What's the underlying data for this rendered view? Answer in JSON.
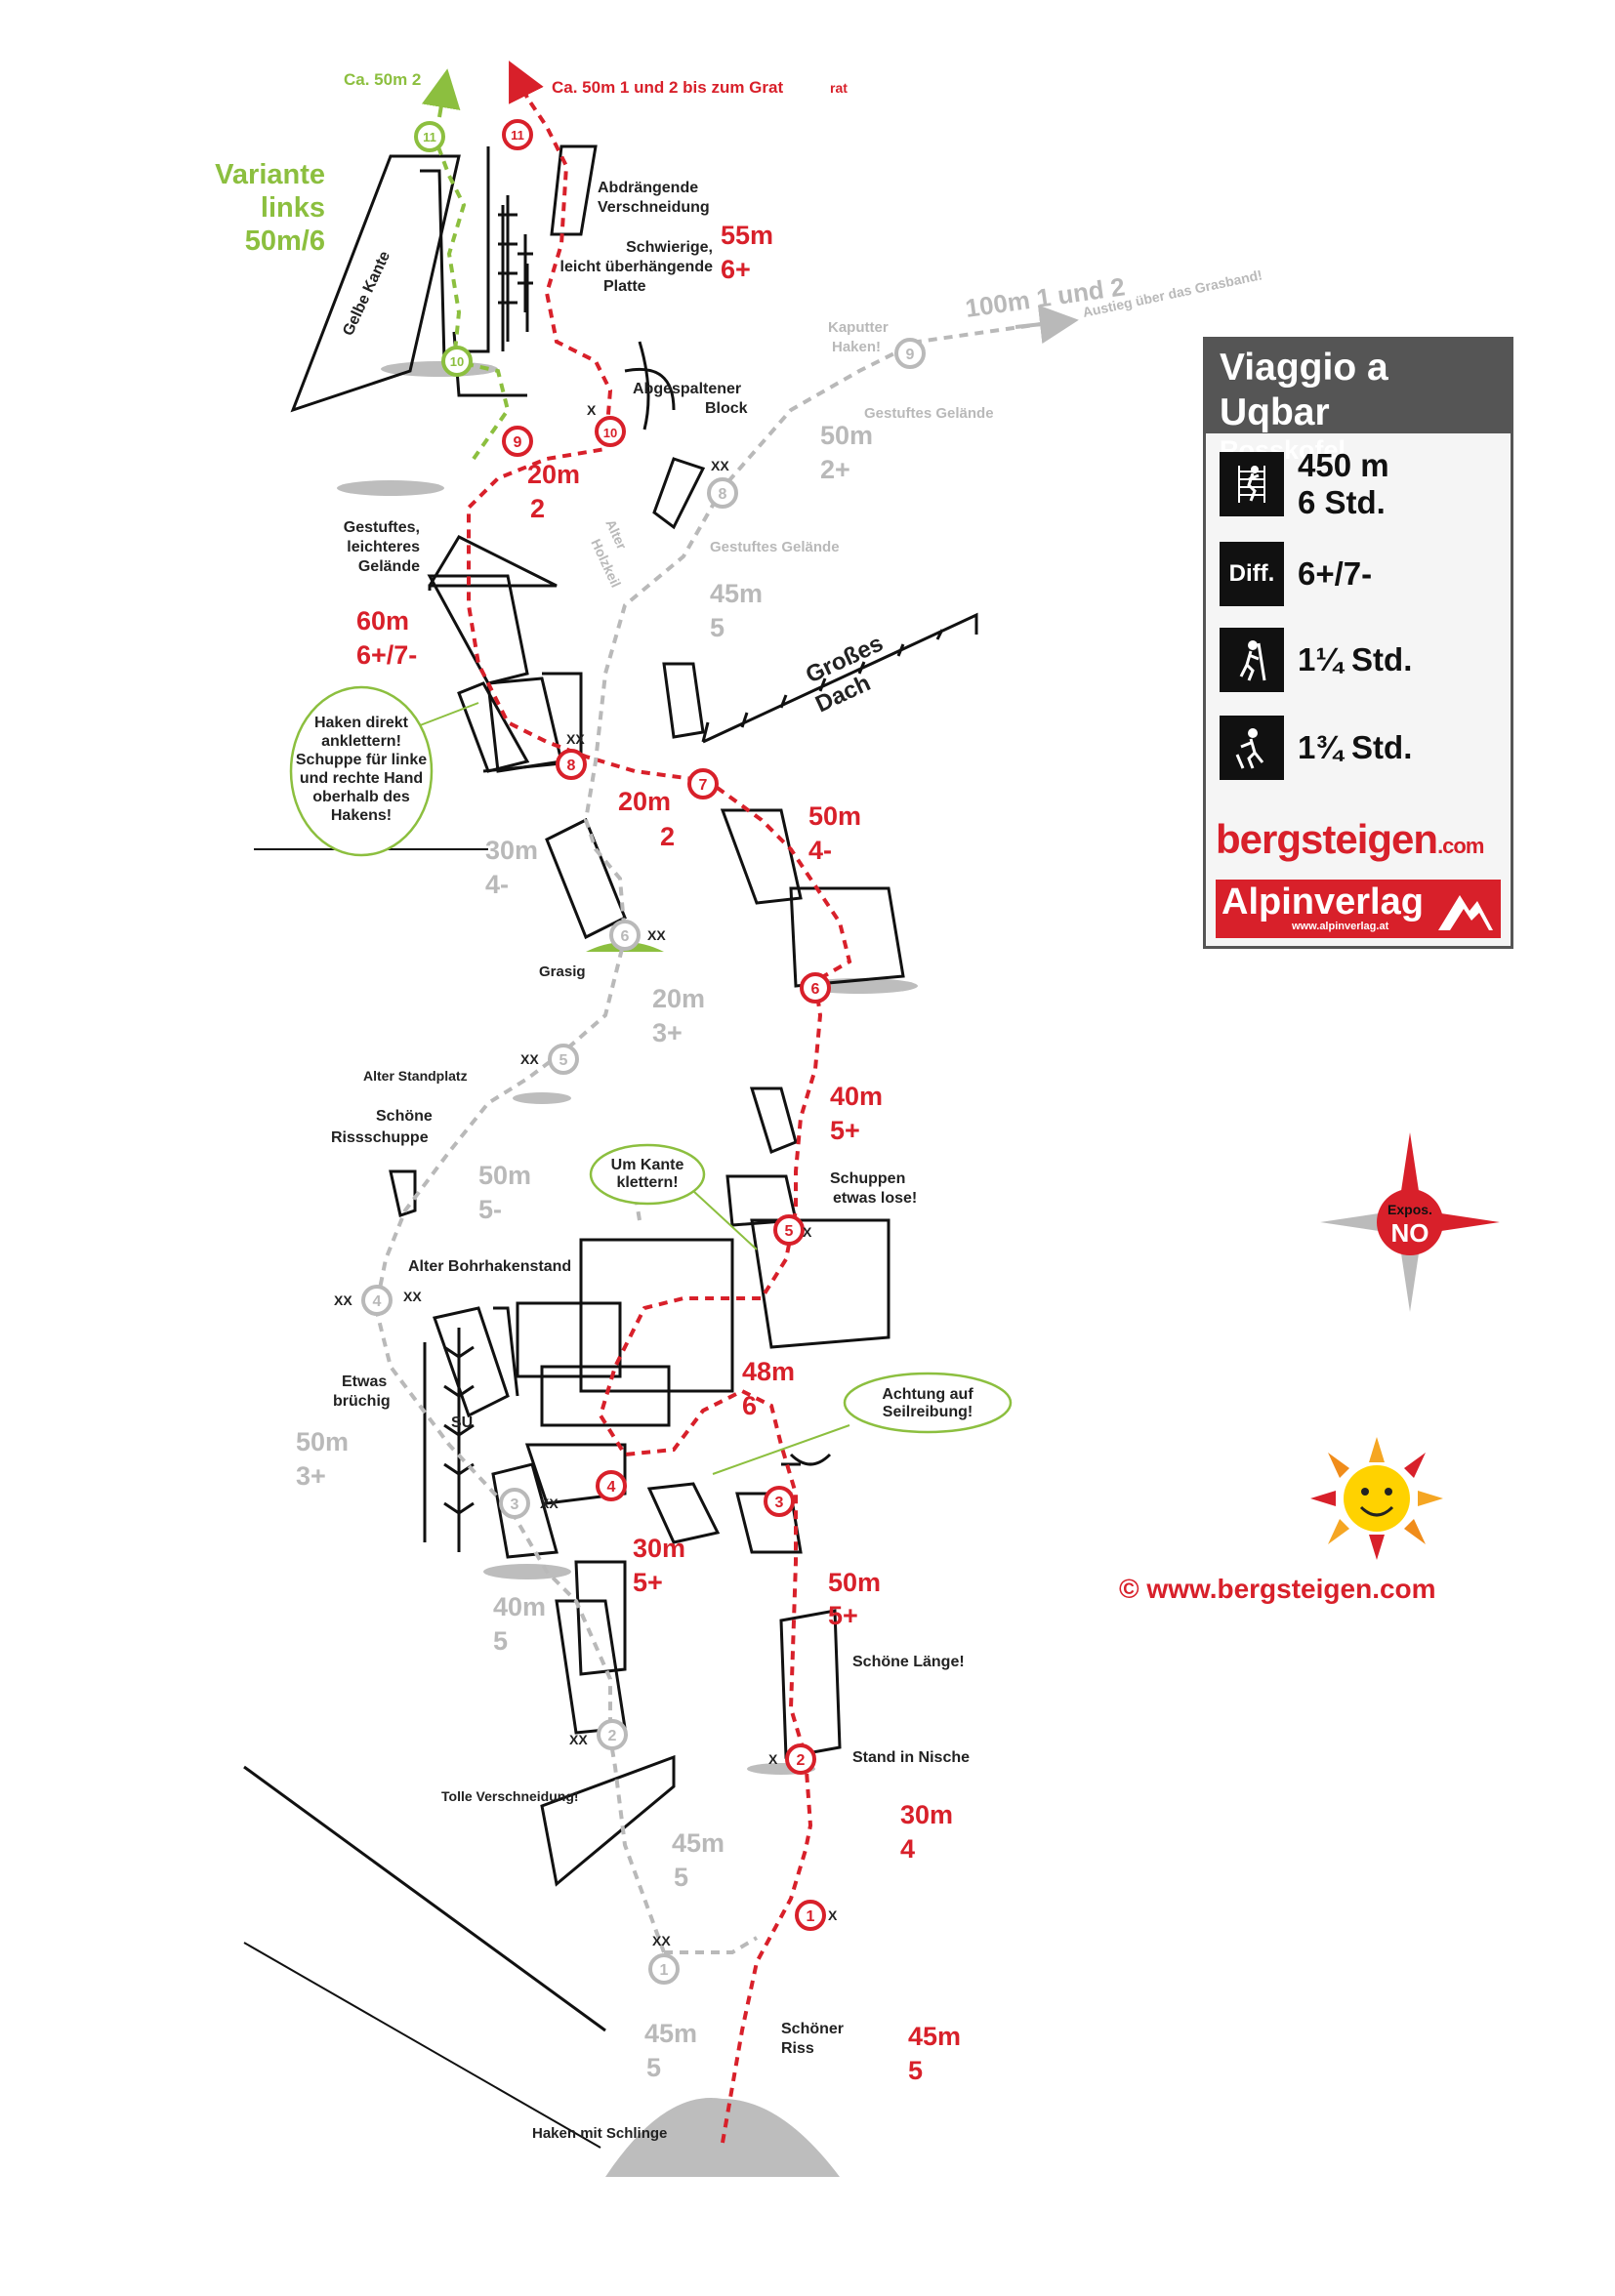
{
  "route": {
    "name": "Viaggio a Uqbar",
    "area": "Rosskofel",
    "length": "450 m",
    "time": "6 Std.",
    "difficulty_label": "Diff.",
    "difficulty": "6+/7-",
    "approach": "1¼ Std.",
    "descent": "1¾ Std."
  },
  "brands": {
    "bergsteigen": "bergsteigen",
    "bergsteigen_tld": ".com",
    "alpinverlag": "Alpinverlag",
    "alpinverlag_url": "www.alpinverlag.at",
    "copyright": "©  www.bergsteigen.com"
  },
  "compass": {
    "top": "Expos.",
    "value": "NO"
  },
  "colors": {
    "main": "#d8202a",
    "alt": "#b9b9b9",
    "variant": "#8cbf3f",
    "dark": "#555555"
  },
  "exits": {
    "red": "Ca. 50m 1 und 2 bis zum Grat",
    "red_tail": "rat",
    "green": "Ca. 50m 2",
    "grey_length": "100m 1 und 2",
    "grey_note": "Austieg über das Grasband!"
  },
  "variant": {
    "l1": "Variante",
    "l2": "links",
    "l3": "50m/6"
  },
  "red_stations": [
    "1",
    "2",
    "3",
    "4",
    "5",
    "6",
    "7",
    "8",
    "9",
    "10",
    "11"
  ],
  "grey_stations": [
    "1",
    "2",
    "3",
    "4",
    "5",
    "6",
    "8",
    "9"
  ],
  "green_stations": [
    "10",
    "11"
  ],
  "red_pitches": [
    {
      "len": "45m",
      "grade": "5"
    },
    {
      "len": "30m",
      "grade": "4"
    },
    {
      "len": "50m",
      "grade": "5+"
    },
    {
      "len": "30m",
      "grade": "5+"
    },
    {
      "len": "48m",
      "grade": "6"
    },
    {
      "len": "40m",
      "grade": "5+"
    },
    {
      "len": "50m",
      "grade": "4-"
    },
    {
      "len": "20m",
      "grade": "2"
    },
    {
      "len": "60m",
      "grade": "6+/7-"
    },
    {
      "len": "20m",
      "grade": "2"
    },
    {
      "len": "55m",
      "grade": "6+"
    }
  ],
  "grey_pitches": [
    {
      "len": "45m",
      "grade": "5"
    },
    {
      "len": "45m",
      "grade": "5"
    },
    {
      "len": "40m",
      "grade": "5"
    },
    {
      "len": "50m",
      "grade": "3+"
    },
    {
      "len": "50m",
      "grade": "5-"
    },
    {
      "len": "20m",
      "grade": "3+"
    },
    {
      "len": "30m",
      "grade": "4-"
    },
    {
      "len": "45m",
      "grade": "5"
    },
    {
      "len": "50m",
      "grade": "2+"
    }
  ],
  "annotations": {
    "gelbe_kante": "Gelbe Kante",
    "abdraengende_1": "Abdrängende",
    "abdraengende_2": "Verschneidung",
    "schwierige_1": "Schwierige,",
    "schwierige_2": "leicht überhängende",
    "schwierige_3": "Platte",
    "abgespalten_1": "Abgespaltener",
    "abgespalten_2": "Block",
    "kaputter_1": "Kaputter",
    "kaputter_2": "Haken!",
    "gestuftes_g1": "Gestuftes Gelände",
    "gestuftes_g2": "Gestuftes Gelände",
    "gestuftes_l1": "Gestuftes,",
    "gestuftes_l2": "leichteres",
    "gestuftes_l3": "Gelände",
    "alter_holzkeil_1": "Alter",
    "alter_holzkeil_2": "Holzkeil",
    "grosses_1": "Großes",
    "grosses_2": "Dach",
    "haken_note": [
      "Haken direkt",
      "anklettern!",
      "Schuppe für linke",
      "und rechte Hand",
      "oberhalb des",
      "Hakens!"
    ],
    "grasig": "Grasig",
    "alter_standplatz": "Alter Standplatz",
    "schoene_riss_1": "Schöne",
    "schoene_riss_2": "Rissschuppe",
    "um_kante_1": "Um Kante",
    "um_kante_2": "klettern!",
    "schuppen_1": "Schuppen",
    "schuppen_2": "etwas lose!",
    "alter_bohr": "Alter Bohrhakenstand",
    "etwas_1": "Etwas",
    "etwas_2": "brüchig",
    "su": "SU",
    "achtung_1": "Achtung auf",
    "achtung_2": "Seilreibung!",
    "schoene_laenge": "Schöne Länge!",
    "stand_nische": "Stand in Nische",
    "tolle_versch": "Tolle Verschneidung!",
    "schoener_1": "Schöner",
    "schoener_2": "Riss",
    "haken_schlinge": "Haken mit Schlinge",
    "xx": "XX",
    "x": "X"
  }
}
